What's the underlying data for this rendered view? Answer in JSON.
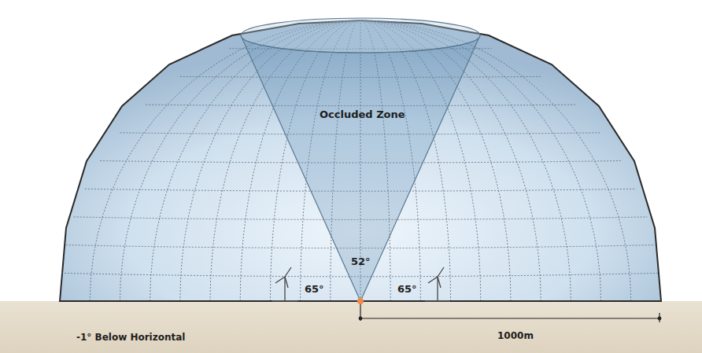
{
  "diagram": {
    "nodes": [
      {
        "text": [
          "Occluded Zone"
        ]
      }
    ],
    "labels": [
      "52°",
      "65°",
      "65°",
      "-1° Below Horizontal",
      "1000m"
    ]
  }
}
